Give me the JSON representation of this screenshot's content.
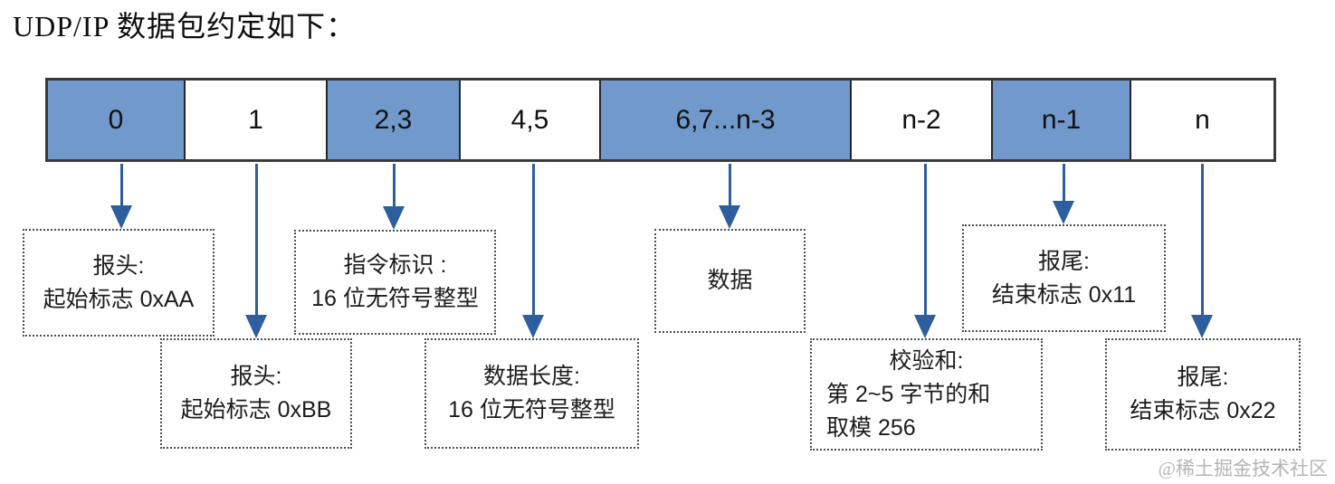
{
  "title": "UDP/IP 数据包约定如下：",
  "colors": {
    "cell_blue": "#7199cc",
    "arrow_blue": "#2d5f9e"
  },
  "bar": {
    "cells": [
      {
        "label": "0",
        "filled": true
      },
      {
        "label": "1",
        "filled": false
      },
      {
        "label": "2,3",
        "filled": true
      },
      {
        "label": "4,5",
        "filled": false
      },
      {
        "label": "6,7...n-3",
        "filled": true
      },
      {
        "label": "n-2",
        "filled": false
      },
      {
        "label": "n-1",
        "filled": true
      },
      {
        "label": "n",
        "filled": false
      }
    ]
  },
  "boxes": [
    {
      "id": "header-aa",
      "lines": [
        "报头:",
        "起始标志 0xAA"
      ]
    },
    {
      "id": "header-bb",
      "lines": [
        "报头:",
        "起始标志 0xBB"
      ]
    },
    {
      "id": "cmd-id",
      "lines": [
        "指令标识 :",
        "16 位无符号整型"
      ]
    },
    {
      "id": "data-len",
      "lines": [
        "数据长度:",
        "16 位无符号整型"
      ]
    },
    {
      "id": "data",
      "lines": [
        "数据"
      ]
    },
    {
      "id": "checksum",
      "lines": [
        "校验和:",
        "第 2~5 字节的和",
        "取模 256"
      ]
    },
    {
      "id": "tail-11",
      "lines": [
        "报尾:",
        "结束标志 0x11"
      ]
    },
    {
      "id": "tail-22",
      "lines": [
        "报尾:",
        "结束标志 0x22"
      ]
    }
  ],
  "arrows": [
    {
      "from_cell": "0",
      "to_box": "header-aa"
    },
    {
      "from_cell": "1",
      "to_box": "header-bb"
    },
    {
      "from_cell": "2,3",
      "to_box": "cmd-id"
    },
    {
      "from_cell": "4,5",
      "to_box": "data-len"
    },
    {
      "from_cell": "6,7...n-3",
      "to_box": "data"
    },
    {
      "from_cell": "n-2",
      "to_box": "checksum"
    },
    {
      "from_cell": "n-1",
      "to_box": "tail-11"
    },
    {
      "from_cell": "n",
      "to_box": "tail-22"
    }
  ],
  "watermark": "@稀土掘金技术社区"
}
